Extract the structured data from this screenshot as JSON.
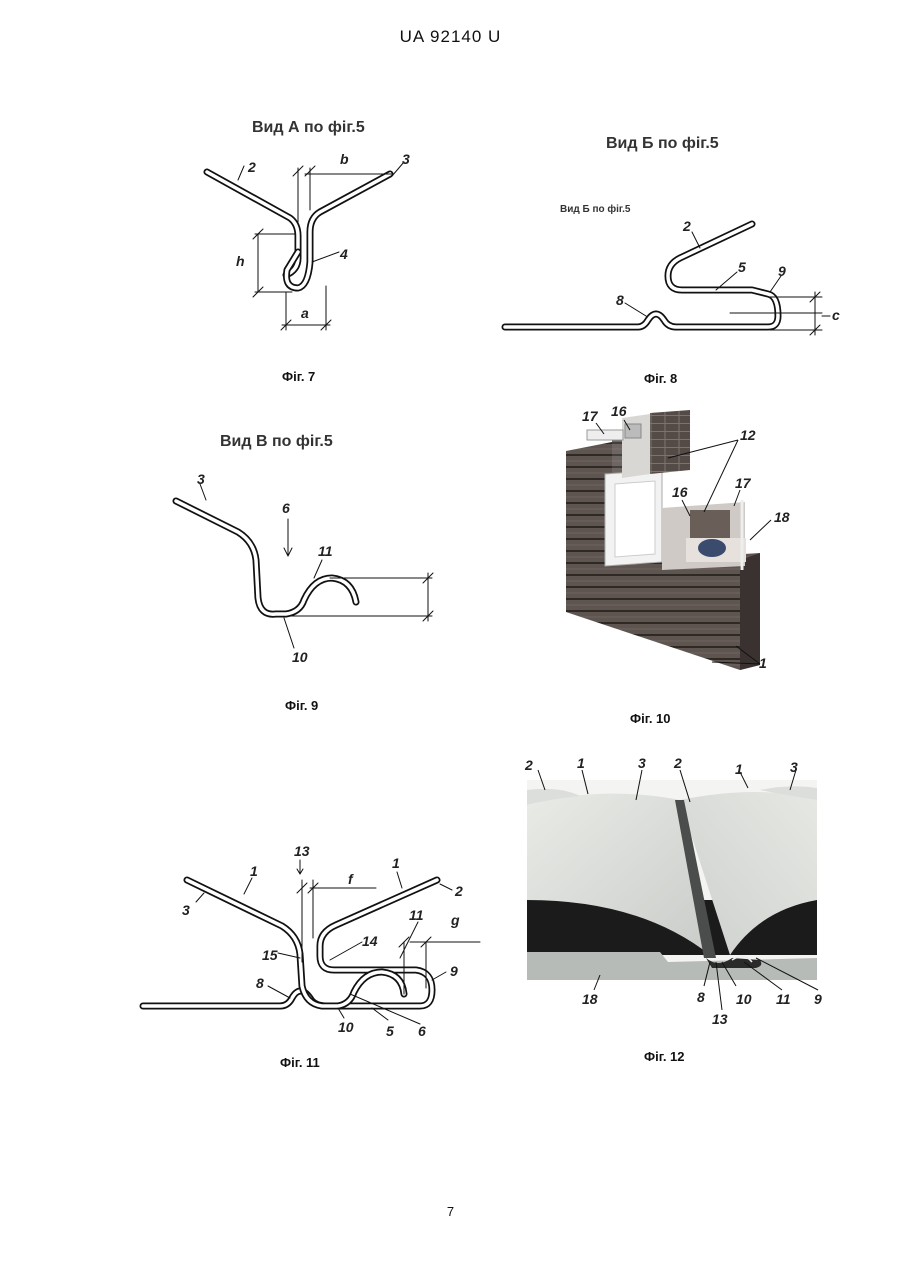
{
  "header": {
    "doc_number": "UA   92140   U"
  },
  "page_number": "7",
  "fig7": {
    "view_title": "Вид А по фіг.5",
    "caption": "Фіг. 7",
    "labels": {
      "l2": "2",
      "l3": "3",
      "l4": "4",
      "lb": "b",
      "lh": "h",
      "la": "a"
    }
  },
  "fig8": {
    "view_title": "Вид Б по фіг.5",
    "inner_title": "Вид Б по фіг.5",
    "caption": "Фіг. 8",
    "labels": {
      "l2": "2",
      "l5": "5",
      "l9": "9",
      "l8": "8",
      "lc": "c"
    }
  },
  "fig9": {
    "view_title": "Вид В по фіг.5",
    "caption": "Фіг. 9",
    "labels": {
      "l3": "3",
      "l6": "6",
      "l11": "11",
      "l10": "10"
    }
  },
  "fig10": {
    "caption": "Фіг. 10",
    "labels": {
      "l17a": "17",
      "l16a": "16",
      "l12": "12",
      "l16b": "16",
      "l17b": "17",
      "l18": "18",
      "l1": "1"
    }
  },
  "fig11": {
    "caption": "Фіг. 11",
    "labels": {
      "l13": "13",
      "l1a": "1",
      "l3": "3",
      "lf": "f",
      "l1b": "1",
      "l2": "2",
      "l11": "11",
      "lg": "g",
      "l15": "15",
      "l14": "14",
      "l9": "9",
      "l8": "8",
      "l10": "10",
      "l5": "5",
      "l6": "6"
    }
  },
  "fig12": {
    "caption": "Фіг. 12",
    "labels": {
      "l2a": "2",
      "l1a": "1",
      "l3a": "3",
      "l2b": "2",
      "l1b": "1",
      "l3b": "3",
      "l18": "18",
      "l8": "8",
      "l10": "10",
      "l13": "13",
      "l11": "11",
      "l9": "9"
    }
  }
}
